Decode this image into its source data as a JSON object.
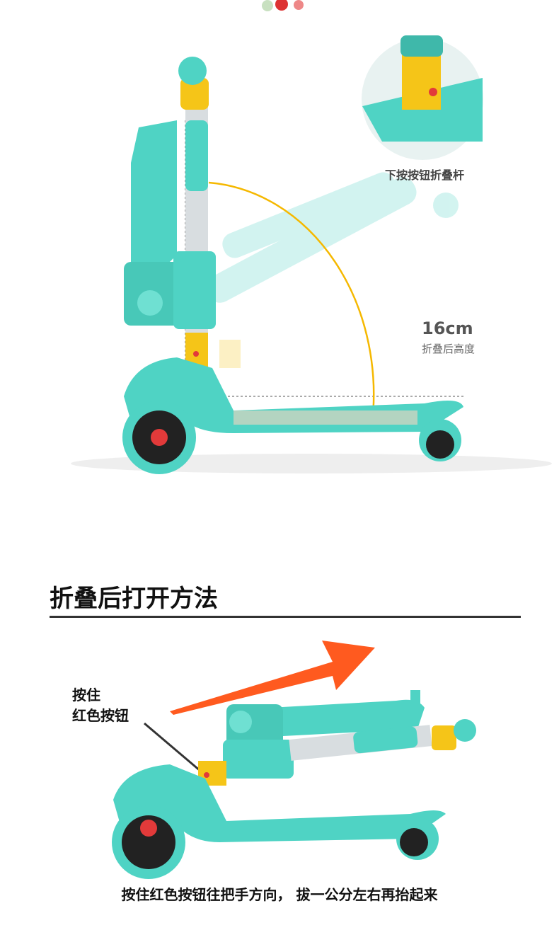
{
  "top_section": {
    "inset_caption": "下按按钮折叠杆",
    "folded_height_value": "16cm",
    "folded_height_label": "折叠后高度"
  },
  "bottom_section": {
    "title": "折叠后打开方法",
    "callout_line1": "按住",
    "callout_line2": "红色按钮",
    "caption": "按住红色按钮往把手方向， 拔一公分左右再抬起来"
  },
  "colors": {
    "teal": "#4fd3c4",
    "yellow": "#f5c518",
    "arrow": "#ff5a1f",
    "wheel_red": "#e23a3a"
  }
}
